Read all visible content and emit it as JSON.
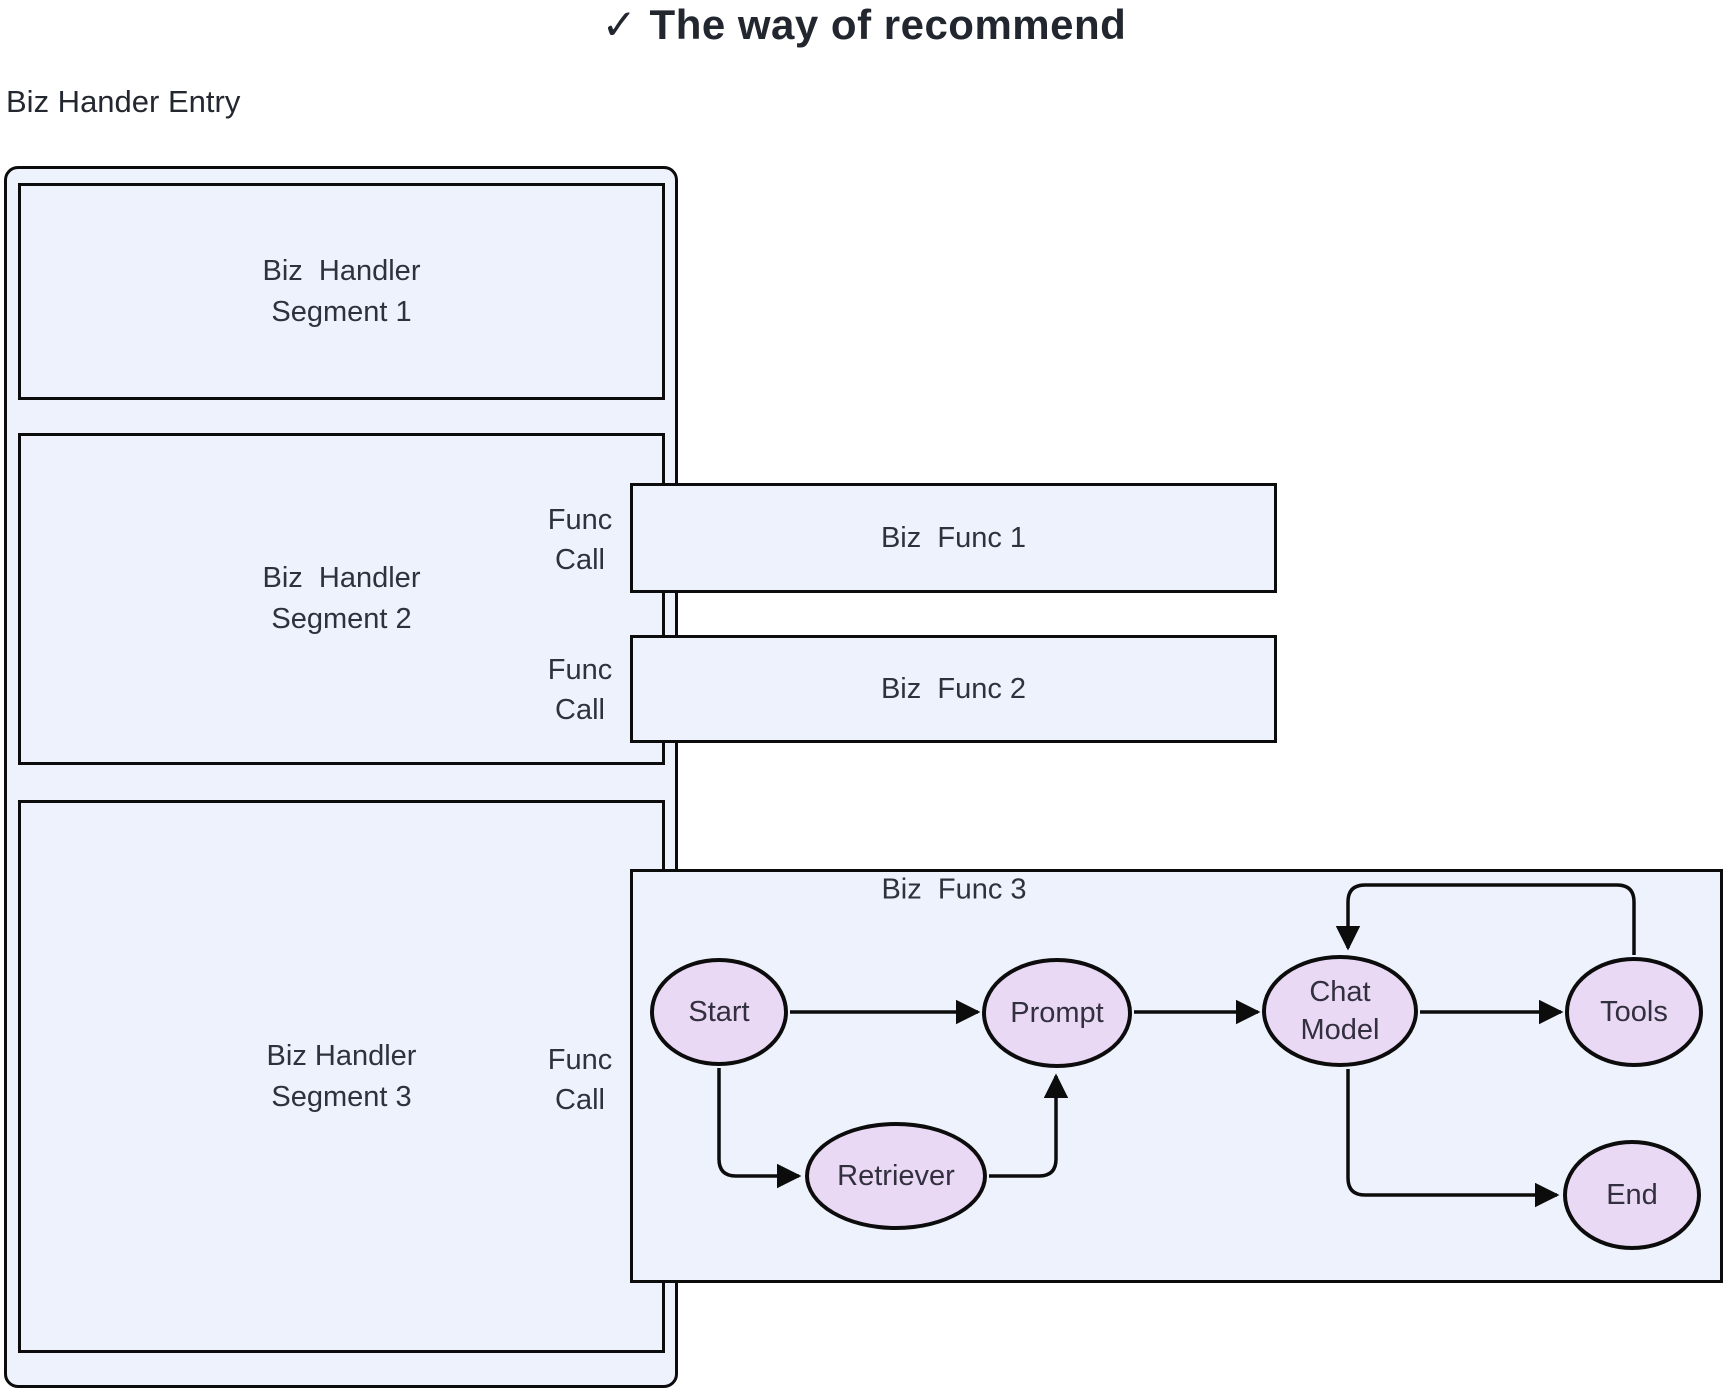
{
  "title": "✓ The way of recommend",
  "entry_label": "Biz Hander Entry",
  "colors": {
    "background": "#ffffff",
    "box_fill": "#edf2fc",
    "node_fill": "#ead9f4",
    "border": "#0c0c0c",
    "text": "#2e323d"
  },
  "segments": [
    {
      "label": "Biz  Handler\nSegment 1"
    },
    {
      "label": "Biz  Handler\nSegment 2"
    },
    {
      "label": "Biz Handler\nSegment 3"
    }
  ],
  "func_calls": [
    {
      "label": "Func\nCall"
    },
    {
      "label": "Func\nCall"
    },
    {
      "label": "Func\nCall"
    }
  ],
  "biz_funcs": [
    {
      "label": "Biz  Func 1"
    },
    {
      "label": "Biz  Func 2"
    },
    {
      "label": "Biz  Func 3"
    }
  ],
  "flow": {
    "nodes": [
      {
        "id": "start",
        "label": "Start"
      },
      {
        "id": "prompt",
        "label": "Prompt"
      },
      {
        "id": "chat-model",
        "label": "Chat\nModel"
      },
      {
        "id": "tools",
        "label": "Tools"
      },
      {
        "id": "retriever",
        "label": "Retriever"
      },
      {
        "id": "end",
        "label": "End"
      }
    ],
    "edges": [
      {
        "from": "start",
        "to": "prompt"
      },
      {
        "from": "start",
        "to": "retriever"
      },
      {
        "from": "retriever",
        "to": "prompt"
      },
      {
        "from": "prompt",
        "to": "chat-model"
      },
      {
        "from": "chat-model",
        "to": "tools"
      },
      {
        "from": "tools",
        "to": "chat-model"
      },
      {
        "from": "chat-model",
        "to": "end"
      }
    ]
  }
}
